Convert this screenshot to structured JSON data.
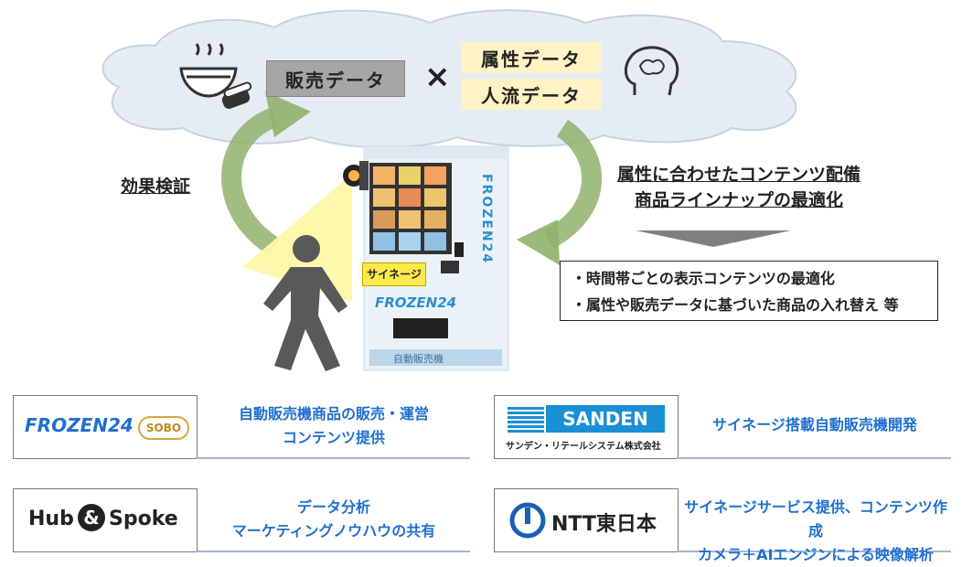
{
  "cloud": {
    "sales_data": "販売データ",
    "times": "×",
    "attribute_data": "属性データ",
    "traffic_data": "人流データ"
  },
  "left_label": "効果検証",
  "right_label_lines": [
    "属性に合わせたコンテンツ配備",
    "商品ラインナップの最適化"
  ],
  "bullets": [
    "・時間帯ごとの表示コンテンツの最適化",
    "・属性や販売データに基づいた商品の入れ替え 等"
  ],
  "signage_label": "サイネージ",
  "machine": {
    "vertical_brand": "FROZEN24",
    "front_brand": "FROZEN24",
    "bottom_text": "自動販売機"
  },
  "partners": [
    {
      "logo_primary": "FROZEN24",
      "logo_secondary": "SOBO",
      "desc": [
        "自動販売機商品の販売・運営",
        "コンテンツ提供"
      ]
    },
    {
      "logo_primary": "SANDEN",
      "logo_secondary": "サンデン・リテールシステム株式会社",
      "desc": [
        "サイネージ搭載自動販売機開発"
      ]
    },
    {
      "logo_primary": "Hub",
      "logo_amp": "&",
      "logo_secondary": "Spoke",
      "desc": [
        "データ分析",
        "マーケティングノウハウの共有"
      ]
    },
    {
      "logo_primary": "NTT東日本",
      "desc": [
        "サイネージサービス提供、コンテンツ作成",
        "カメラ＋AIエンジンによる映像解析"
      ]
    }
  ],
  "colors": {
    "accent_blue": "#1f6fcf",
    "arrow_green": "#8fb36b",
    "cloud": "#e6ecf4",
    "sanden_blue": "#1a8fd6",
    "ntt_blue": "#1a5fb4"
  }
}
